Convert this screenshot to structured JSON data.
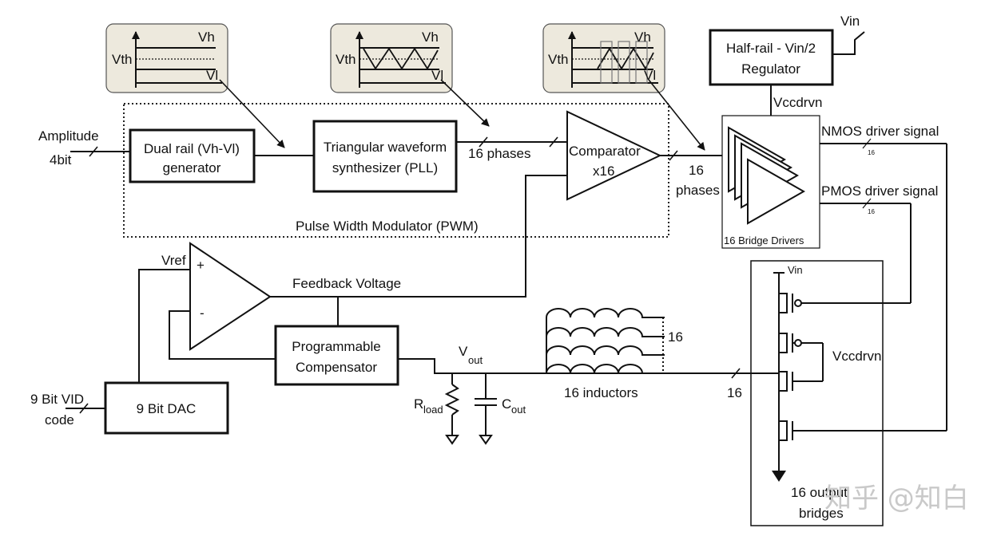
{
  "diagram": {
    "blocks": {
      "dual_rail": [
        "Dual rail (Vh-Vl)",
        "generator"
      ],
      "triangular": [
        "Triangular waveform",
        "synthesizer (PLL)"
      ],
      "comparator": [
        "Comparator",
        "x16"
      ],
      "regulator": [
        "Half-rail - Vin/2",
        "Regulator"
      ],
      "bridge_drivers": "16 Bridge Drivers",
      "compensator": [
        "Programmable",
        "Compensator"
      ],
      "dac": "9 Bit DAC",
      "output_bridges": [
        "16 output",
        "bridges"
      ]
    },
    "region_label": "Pulse Width Modulator (PWM)",
    "inputs": {
      "amplitude": [
        "Amplitude",
        "4bit"
      ],
      "vid": [
        "9 Bit VID",
        "code"
      ]
    },
    "signals": {
      "phases_1": "16 phases",
      "phases_2": [
        "16",
        "phases"
      ],
      "vin_top": "Vin",
      "vccdrvn_top": "Vccdrvn",
      "nmos": "NMOS driver signal",
      "pmos": "PMOS driver signal",
      "bus16": "16",
      "feedback": "Feedback Voltage",
      "vref": "Vref",
      "plus": "+",
      "minus": "-",
      "vout_main": "V",
      "vout_sub": "out",
      "rload_main": "R",
      "rload_sub": "load",
      "cout_main": "C",
      "cout_sub": "out",
      "inductors": "16 inductors",
      "ind_count": "16",
      "bus_16_bottom": "16",
      "vin_bridge": "Vin",
      "vccdrvn_bridge": "Vccdrvn"
    },
    "insets": {
      "vh": "Vh",
      "vth": "Vth",
      "vl": "Vl"
    }
  },
  "watermark": "知乎 @知白"
}
